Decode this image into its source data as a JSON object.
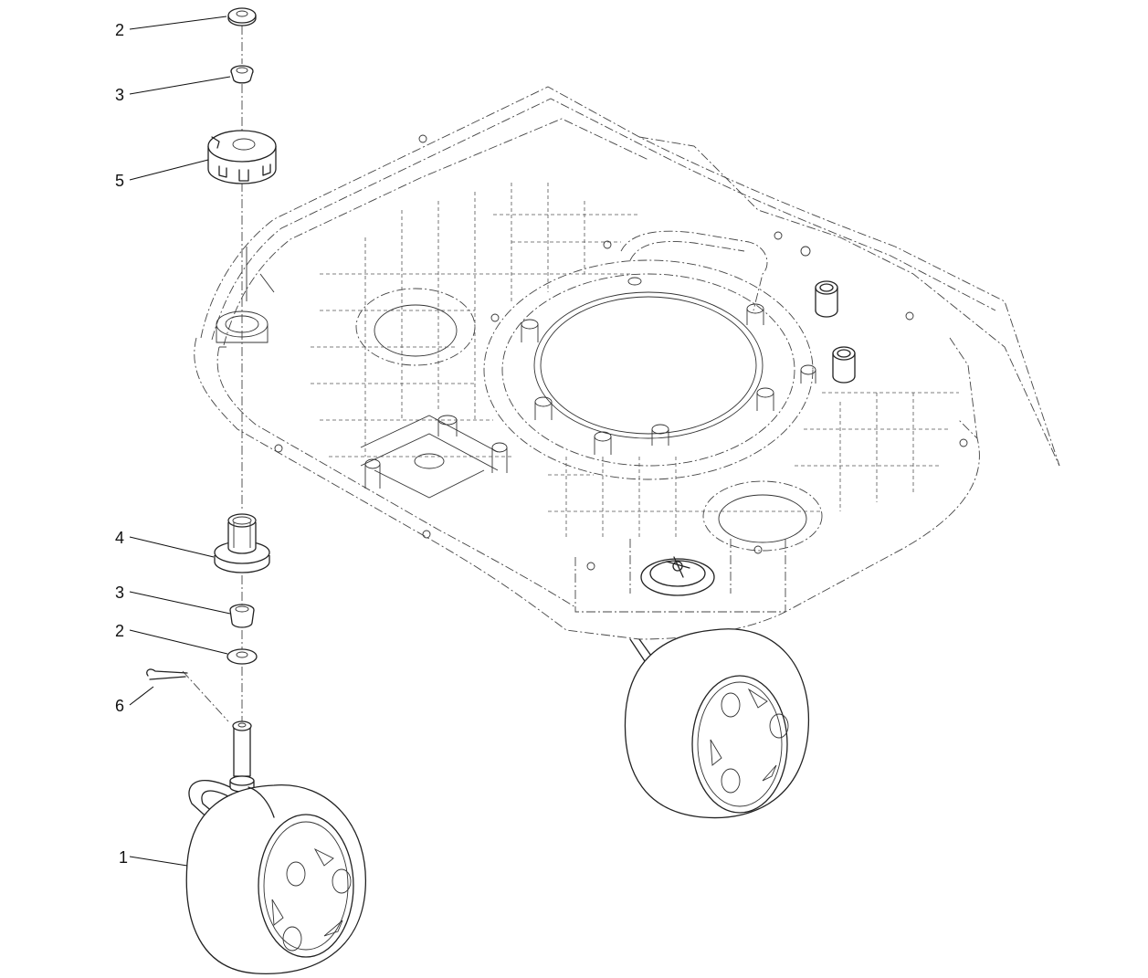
{
  "callouts": [
    {
      "id": "c2-top",
      "label": "2"
    },
    {
      "id": "c3-top",
      "label": "3"
    },
    {
      "id": "c5",
      "label": "5"
    },
    {
      "id": "c4",
      "label": "4"
    },
    {
      "id": "c3-bottom",
      "label": "3"
    },
    {
      "id": "c2-bottom",
      "label": "2"
    },
    {
      "id": "c6",
      "label": "6"
    },
    {
      "id": "c1",
      "label": "1"
    }
  ]
}
